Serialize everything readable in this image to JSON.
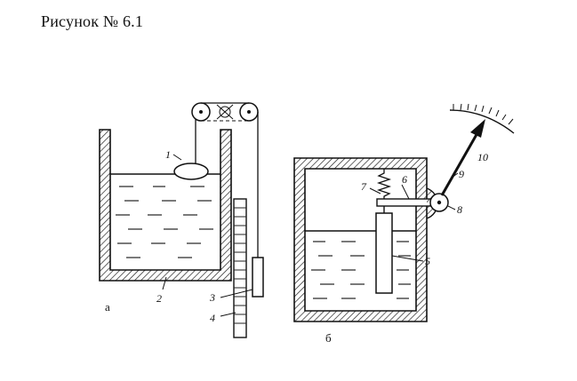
{
  "caption": "Рисунок № 6.1",
  "panel_a": {
    "sublabel": "а",
    "labels": {
      "float": "1",
      "liquid": "2",
      "pointer": "3",
      "scale": "4"
    }
  },
  "panel_b": {
    "sublabel": "б",
    "labels": {
      "float": "5",
      "rod": "6",
      "spring": "7",
      "pivot": "8",
      "arrow": "9",
      "scale": "10"
    }
  }
}
